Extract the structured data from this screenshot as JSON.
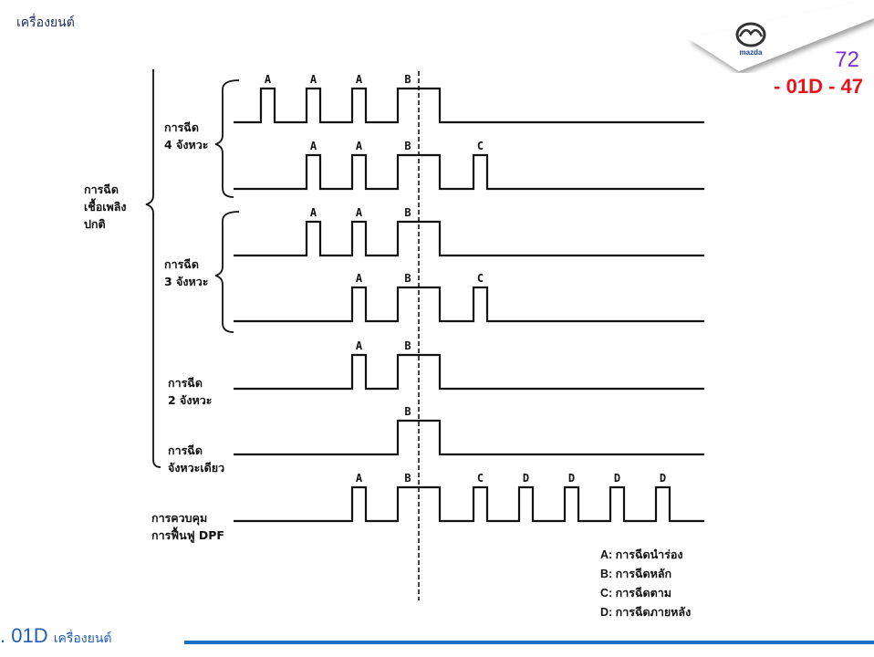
{
  "header": {
    "title": "เครื่องยนต์",
    "page_number": "72",
    "page_code": "- 01D - 47",
    "brand": "mazda"
  },
  "footer": {
    "section": ". 01D",
    "section_thai": "เครื่องยนต์"
  },
  "diagram": {
    "group_label": [
      "การฉีด",
      "เชื้อเพลิง",
      "ปกติ"
    ],
    "rows": [
      {
        "label": [
          "การฉีด",
          "4 จังหวะ"
        ],
        "pulses": [
          {
            "tag": "A",
            "at": 0
          },
          {
            "tag": "A",
            "at": 1
          },
          {
            "tag": "A",
            "at": 2
          },
          {
            "tag": "B",
            "at": 3
          }
        ]
      },
      {
        "label": [],
        "pulses": [
          {
            "tag": "A",
            "at": 1
          },
          {
            "tag": "A",
            "at": 2
          },
          {
            "tag": "B",
            "at": 3
          },
          {
            "tag": "C",
            "at": 5
          }
        ]
      },
      {
        "label": [
          "การฉีด",
          "3 จังหวะ"
        ],
        "pulses": [
          {
            "tag": "A",
            "at": 1
          },
          {
            "tag": "A",
            "at": 2
          },
          {
            "tag": "B",
            "at": 3
          }
        ]
      },
      {
        "label": [],
        "pulses": [
          {
            "tag": "A",
            "at": 2
          },
          {
            "tag": "B",
            "at": 3
          },
          {
            "tag": "C",
            "at": 5
          }
        ]
      },
      {
        "label": [
          "การฉีด",
          "2 จังหวะ"
        ],
        "pulses": [
          {
            "tag": "A",
            "at": 2
          },
          {
            "tag": "B",
            "at": 3
          }
        ]
      },
      {
        "label": [
          "การฉีด",
          "จังหวะเดียว"
        ],
        "pulses": [
          {
            "tag": "B",
            "at": 3
          }
        ]
      },
      {
        "label": [
          "การควบคุม",
          "การฟื้นฟู DPF"
        ],
        "pulses": [
          {
            "tag": "A",
            "at": 2
          },
          {
            "tag": "B",
            "at": 3
          },
          {
            "tag": "C",
            "at": 5
          },
          {
            "tag": "D",
            "at": 6
          },
          {
            "tag": "D",
            "at": 7
          },
          {
            "tag": "D",
            "at": 8
          },
          {
            "tag": "D",
            "at": 9
          }
        ]
      }
    ],
    "legend": [
      "A: การฉีดนำร่อง",
      "B: การฉีดหลัก",
      "C: การฉีดตาม",
      "D: การฉีดภายหลัง"
    ]
  }
}
